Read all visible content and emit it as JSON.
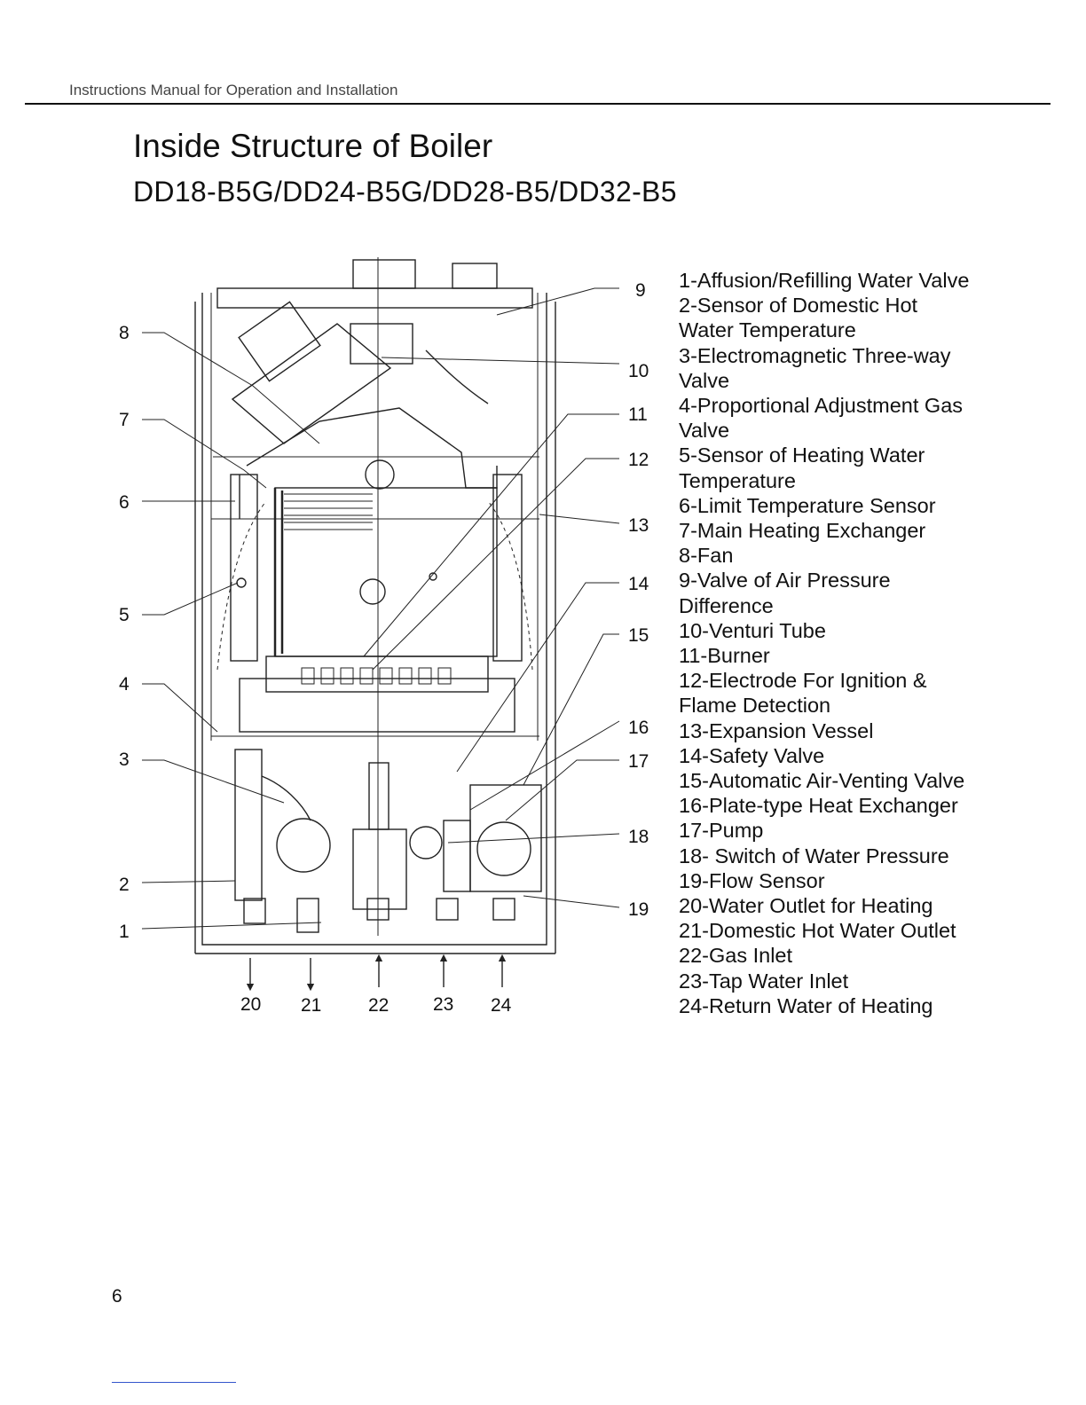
{
  "header": {
    "running_title": "Instructions Manual for Operation and Installation"
  },
  "title": "Inside Structure of Boiler",
  "subtitle": "DD18-B5G/DD24-B5G/DD28-B5/DD32-B5",
  "diagram": {
    "left_callouts": [
      "8",
      "7",
      "6",
      "5",
      "4",
      "3",
      "2",
      "1"
    ],
    "right_callouts": [
      "9",
      "10",
      "11",
      "12",
      "13",
      "14",
      "15",
      "16",
      "17",
      "18",
      "19"
    ],
    "bottom_connections": [
      {
        "number": "20",
        "direction": "down"
      },
      {
        "number": "21",
        "direction": "down"
      },
      {
        "number": "22",
        "direction": "up"
      },
      {
        "number": "23",
        "direction": "up"
      },
      {
        "number": "24",
        "direction": "up"
      }
    ]
  },
  "legend": [
    "1-Affusion/Refilling Water Valve",
    "2-Sensor of Domestic Hot",
    "Water Temperature",
    "3-Electromagnetic Three-way",
    "Valve",
    "4-Proportional Adjustment Gas",
    "Valve",
    "5-Sensor of Heating Water",
    "Temperature",
    "6-Limit Temperature Sensor",
    "7-Main Heating Exchanger",
    "8-Fan",
    "9-Valve of Air Pressure",
    "Difference",
    "10-Venturi Tube",
    "11-Burner",
    "12-Electrode For Ignition &",
    "Flame Detection",
    "13-Expansion Vessel",
    "14-Safety Valve",
    "15-Automatic Air-Venting Valve",
    "16-Plate-type Heat Exchanger",
    "17-Pump",
    "18- Switch of Water Pressure",
    "19-Flow Sensor",
    "20-Water Outlet for Heating",
    "21-Domestic Hot Water Outlet",
    "22-Gas Inlet",
    "23-Tap Water Inlet",
    "24-Return Water of Heating"
  ],
  "page_number": "6"
}
